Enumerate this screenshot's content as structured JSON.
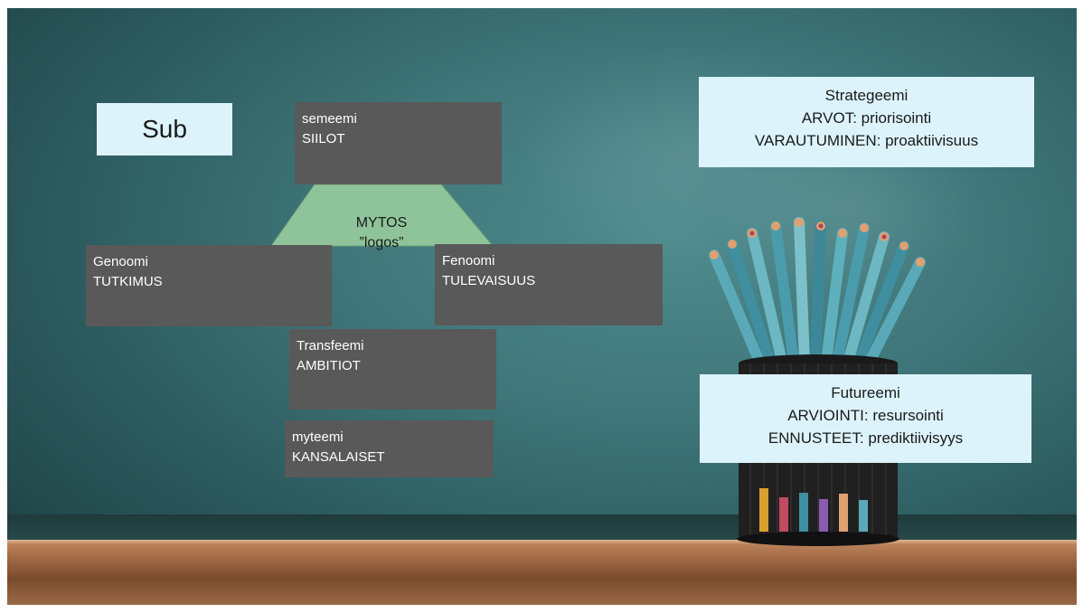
{
  "sub": {
    "label": "Sub"
  },
  "center": {
    "line1": "MYTOS",
    "line2": "”logos”"
  },
  "boxes": {
    "semeemi": {
      "line1": "semeemi",
      "line2": "SIILOT"
    },
    "genoomi": {
      "line1": "Genoomi",
      "line2": "TUTKIMUS"
    },
    "fenoomi": {
      "line1": "Fenoomi",
      "line2": "TULEVAISUUS"
    },
    "transfeemi": {
      "line1": "Transfeemi",
      "line2": "AMBITIOT"
    },
    "myteemi": {
      "line1": "myteemi",
      "line2": "KANSALAISET"
    }
  },
  "strategeemi": {
    "title": "Strategeemi",
    "line1": "ARVOT: priorisointi",
    "line2": "VARAUTUMINEN: proaktiivisuus"
  },
  "futureemi": {
    "title": "Futureemi",
    "line1": "ARVIOINTI: resursointi",
    "line2": "ENNUSTEET: prediktiivisyys"
  },
  "colors": {
    "chalkboard": "#3f7679",
    "gray_box": "#595959",
    "light_box": "#dcf3fb",
    "trapezoid": "#8fc49a",
    "desk": "#a9704a"
  },
  "icons": {
    "pencil_cup": "pencil-cup-icon"
  }
}
